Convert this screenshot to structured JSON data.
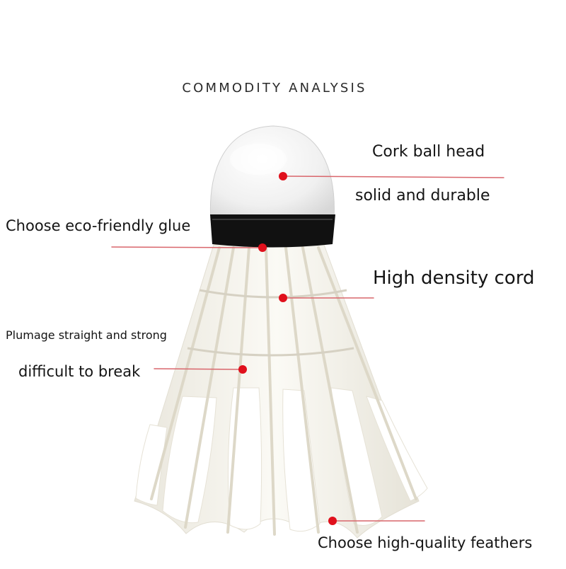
{
  "title": "COMMODITY ANALYSIS",
  "annotations": {
    "cork_head": "Cork ball head",
    "solid_durable": "solid and durable",
    "eco_glue": "Choose eco-friendly glue",
    "density_cord": "High density cord",
    "plumage": "Plumage straight and strong",
    "difficult_break": "difficult to break",
    "feathers": "Choose high-quality feathers"
  },
  "colors": {
    "marker": "#e0101c",
    "leader_line": "#d9666c",
    "text": "#141414",
    "band": "#111111",
    "cork": "#f4f4f4",
    "feather": "#f6f4ee"
  }
}
